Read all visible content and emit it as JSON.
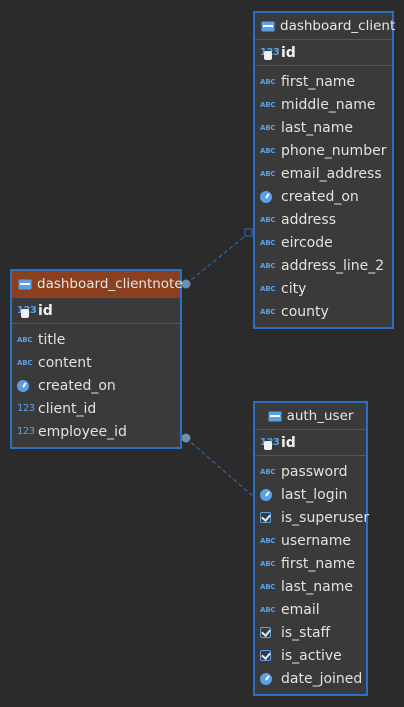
{
  "colors": {
    "background": "#2b2b2b",
    "entity_border": "#2a6fc4",
    "entity_body": "#3a3a3a",
    "selected_header": "#8a3f1e",
    "type_icon": "#5aa0e8"
  },
  "entities": {
    "dashboard_client": {
      "title": "dashboard_client",
      "pk": {
        "icon": "123-key-icon",
        "name": "id"
      },
      "fields": [
        {
          "icon": "abc-icon",
          "name": "first_name"
        },
        {
          "icon": "abc-icon",
          "name": "middle_name"
        },
        {
          "icon": "abc-icon",
          "name": "last_name"
        },
        {
          "icon": "abc-icon",
          "name": "phone_number"
        },
        {
          "icon": "abc-icon",
          "name": "email_address"
        },
        {
          "icon": "clock-icon",
          "name": "created_on"
        },
        {
          "icon": "abc-icon",
          "name": "address"
        },
        {
          "icon": "abc-icon",
          "name": "eircode"
        },
        {
          "icon": "abc-icon",
          "name": "address_line_2"
        },
        {
          "icon": "abc-icon",
          "name": "city"
        },
        {
          "icon": "abc-icon",
          "name": "county"
        }
      ]
    },
    "dashboard_clientnote": {
      "title": "dashboard_clientnote",
      "selected": true,
      "pk": {
        "icon": "123-key-icon",
        "name": "id"
      },
      "fields": [
        {
          "icon": "abc-icon",
          "name": "title"
        },
        {
          "icon": "abc-icon",
          "name": "content"
        },
        {
          "icon": "clock-icon",
          "name": "created_on"
        },
        {
          "icon": "123-icon",
          "name": "client_id"
        },
        {
          "icon": "123-icon",
          "name": "employee_id"
        }
      ]
    },
    "auth_user": {
      "title": "auth_user",
      "pk": {
        "icon": "123-key-icon",
        "name": "id"
      },
      "fields": [
        {
          "icon": "abc-icon",
          "name": "password"
        },
        {
          "icon": "clock-icon",
          "name": "last_login"
        },
        {
          "icon": "checkbox-icon",
          "name": "is_superuser"
        },
        {
          "icon": "abc-icon",
          "name": "username"
        },
        {
          "icon": "abc-icon",
          "name": "first_name"
        },
        {
          "icon": "abc-icon",
          "name": "last_name"
        },
        {
          "icon": "abc-icon",
          "name": "email"
        },
        {
          "icon": "checkbox-icon",
          "name": "is_staff"
        },
        {
          "icon": "checkbox-icon",
          "name": "is_active"
        },
        {
          "icon": "clock-icon",
          "name": "date_joined"
        }
      ]
    }
  },
  "icon_text": {
    "abc": "ABC",
    "num": "123"
  }
}
